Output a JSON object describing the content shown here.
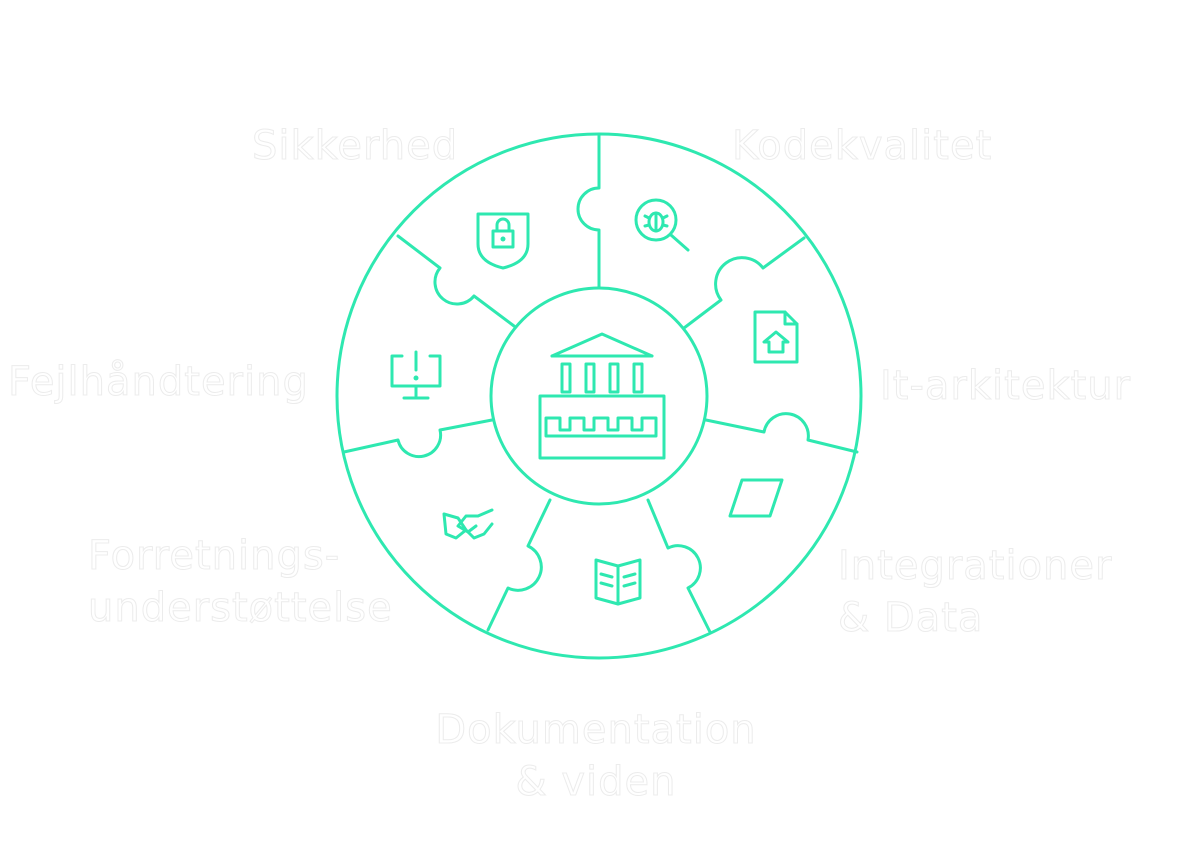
{
  "colors": {
    "accent": "#2ee8b0",
    "label": "#ffffff",
    "background": "#ffffff"
  },
  "center": {
    "icon": "parthenon-icon"
  },
  "segments": [
    {
      "label": "Sikkerhed",
      "icon": "shield-lock-icon"
    },
    {
      "label": "Kodekvalitet",
      "icon": "bug-search-icon"
    },
    {
      "label": "It-arkitektur",
      "icon": "document-house-icon"
    },
    {
      "label_line1": "Integrationer",
      "label_line2": "& Data",
      "icon": "parallelogram-icon"
    },
    {
      "label_line1": "Dokumentation",
      "label_line2": "& viden",
      "icon": "open-book-icon"
    },
    {
      "label_line1": "Forretnings-",
      "label_line2": "understøttelse",
      "icon": "handshake-icon"
    },
    {
      "label": "Fejlhåndtering",
      "icon": "monitor-alert-icon"
    }
  ]
}
